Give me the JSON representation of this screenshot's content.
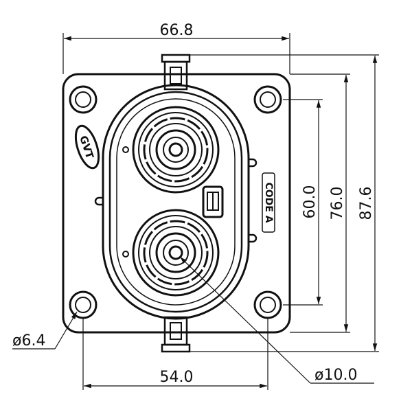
{
  "dimensions": {
    "top_width": "66.8",
    "bottom_width": "54.0",
    "height_inner": "60.0",
    "height_mid": "76.0",
    "height_outer": "87.6",
    "hole_diameter": "ø6.4",
    "pin_diameter": "ø10.0"
  },
  "labels": {
    "logo": "GVT",
    "code_marking": "CODE A"
  }
}
